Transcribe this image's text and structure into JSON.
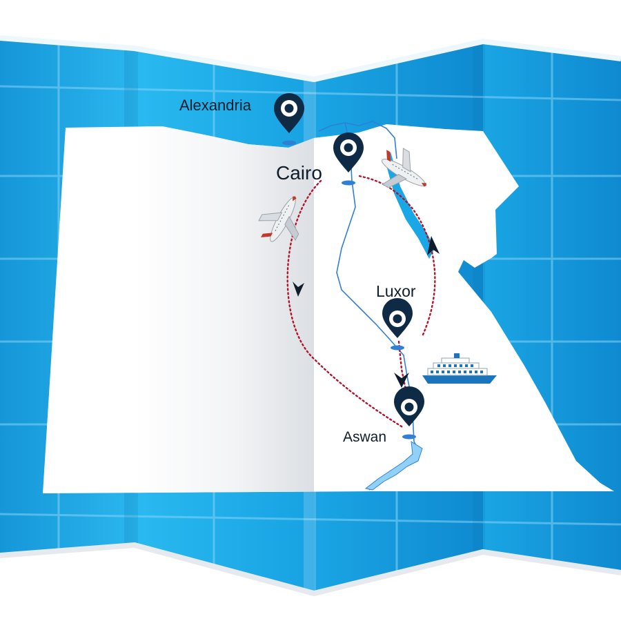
{
  "map": {
    "colors": {
      "sea": "#1aa7e6",
      "sea_dark": "#0d8fd1",
      "land": "#ffffff",
      "fold_shadow": "#d9dde2",
      "pin": "#0f2a44",
      "route": "#b3132b",
      "river": "#2f7fd6",
      "grid": "#7fd0f5"
    },
    "cities": [
      {
        "id": "alexandria",
        "label": "Alexandria",
        "icon": "map-pin-icon"
      },
      {
        "id": "cairo",
        "label": "Cairo",
        "icon": "map-pin-icon"
      },
      {
        "id": "luxor",
        "label": "Luxor",
        "icon": "map-pin-icon"
      },
      {
        "id": "aswan",
        "label": "Aswan",
        "icon": "map-pin-icon"
      }
    ],
    "routes": [
      {
        "from": "Cairo",
        "to": "Aswan",
        "mode": "flight",
        "icon": "airplane-icon"
      },
      {
        "from": "Luxor",
        "to": "Aswan",
        "mode": "cruise",
        "icon": "cruise-ship-icon"
      },
      {
        "from": "Luxor",
        "to": "Cairo",
        "mode": "flight",
        "icon": "airplane-icon"
      }
    ]
  }
}
